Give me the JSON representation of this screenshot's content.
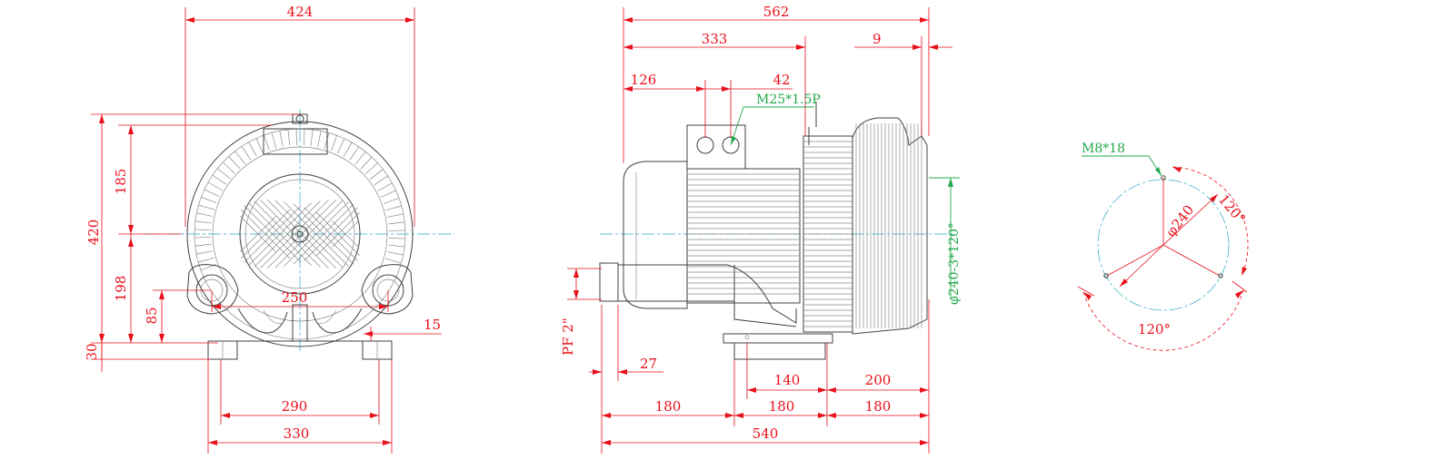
{
  "colors": {
    "dimension": "#e8101a",
    "object": "#404040",
    "centerline": "#2aa6c8",
    "callout": "#22a84a"
  },
  "front_view": {
    "overall_width": "424",
    "overall_height": "420",
    "upper_height": "185",
    "lower_height": "198",
    "port_height": "85",
    "base_height": "30",
    "port_spacing": "250",
    "foot_width": "15",
    "hole_spacing": "290",
    "base_width": "330"
  },
  "side_view": {
    "overall_length": "562",
    "motor_length": "333",
    "offset_9": "9",
    "terminal_offset": "126",
    "terminal_width": "42",
    "thread_label": "M25*1.5P",
    "flange_label": "φ240-3*120°",
    "port_label": "PF 2\"",
    "offset_27": "27",
    "base_180_a": "180",
    "base_180_b": "180",
    "base_180_c": "180",
    "base_140": "140",
    "base_200": "200",
    "base_540": "540"
  },
  "flange_view": {
    "bolt_label": "M8*18",
    "pcd_label": "φ240",
    "angle_upper": "120°",
    "angle_lower": "120°"
  }
}
